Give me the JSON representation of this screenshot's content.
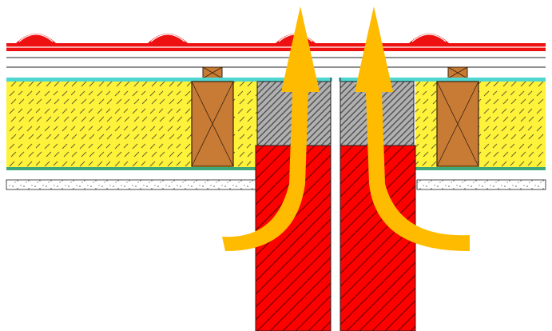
{
  "diagram": {
    "colors": {
      "background": "#ffffff",
      "roof_tile": "#ee1111",
      "roof_tile_highlight": "#ffffff",
      "membrane": "#4fd6d0",
      "insulation": "#fff23a",
      "insulation_hatch": "#6b6b2a",
      "rafter": "#c87b35",
      "rafter_outline": "#3a2210",
      "vapour_layer": "#3ea87b",
      "plaster": "#ffffff",
      "plaster_speckle": "#555555",
      "chimney_cap": "#b0b0b0",
      "chimney_cap_hatch": "#505050",
      "chimney_brick": "#ff0000",
      "chimney_hatch": "#7a0000",
      "arrow": "#ffbb00",
      "outline": "#222222"
    },
    "components": [
      "roof-tiles",
      "roof-battens",
      "counter-battens",
      "breather-membrane",
      "insulation-left",
      "insulation-right",
      "rafter-left",
      "rafter-right",
      "vapour-control-layer",
      "ceiling-plaster",
      "chimney-cap",
      "chimney-flue-left",
      "chimney-flue-right",
      "airflow-arrow-left",
      "airflow-arrow-right"
    ]
  }
}
